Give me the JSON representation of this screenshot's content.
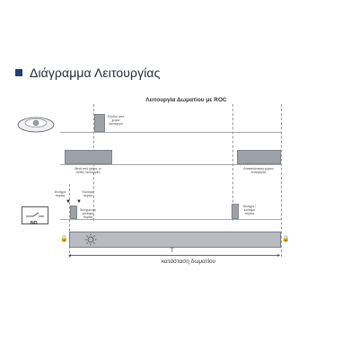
{
  "title": "Διάγραμμα Λειτουργίας",
  "subtitle": "Λειτουργία Δωματίου με ROC",
  "labels": {
    "row1_note": "Έξοδος από χώρο/ λειτουργία",
    "row2_left": "Μετά από χρόνο, οι λοιπές λειτουργίες",
    "row2_right": "Αποκατάσταση χώρου λειτουργίας",
    "row3_a": "Άνοιγμα πόρτας",
    "row3_b": "Κλείσιμο πόρτας",
    "row3_c": "Άνοιγμα και κλείσιμο πόρτας",
    "row3_d": "Άνοιγμα / κλείσιμο πόρτας",
    "no_label": "NO",
    "t_label": "T",
    "state_label": "κατάσταση δωματίου"
  },
  "icons": {
    "sensor": "ceiling-sensor-icon",
    "door_contact": "door-contact-icon",
    "lock": "lock-icon",
    "sun": "sun-icon"
  },
  "colors": {
    "accent": "#1f3f6e",
    "signal": "#9da1a8",
    "bar": "#b8bcc2"
  }
}
